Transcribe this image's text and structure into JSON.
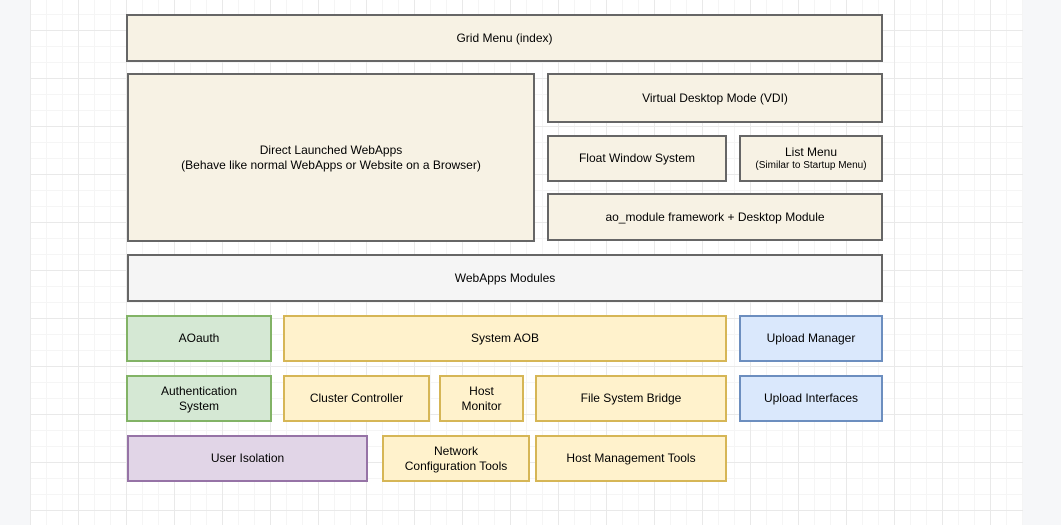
{
  "canvas": {
    "background_outer": "#f6f7f9",
    "background_page": "#ffffff",
    "grid_minor_color": "#f5f5f5",
    "grid_major_color": "#e9e9e9"
  },
  "palette": {
    "beige_fill": "#f7f2e4",
    "beige_border": "#666666",
    "gray_fill": "#f5f5f5",
    "gray_border": "#666666",
    "yellow_fill": "#fff2cc",
    "yellow_border": "#d6b656",
    "green_fill": "#d5e8d4",
    "green_border": "#82b366",
    "blue_fill": "#dae8fc",
    "blue_border": "#6c8ebf",
    "purple_fill": "#e1d5e7",
    "purple_border": "#9673a6"
  },
  "diagram": {
    "boxes": {
      "grid_menu": {
        "label": "Grid Menu (index)"
      },
      "direct_webapps": {
        "lines": [
          "Direct Launched WebApps",
          "(Behave like normal WebApps or Website on a Browser)"
        ]
      },
      "vdi": {
        "label": "Virtual Desktop Mode (VDI)"
      },
      "float_window": {
        "label": "Float Window System"
      },
      "list_menu": {
        "label": "List Menu",
        "sublabel": "(Similar to Startup Menu)"
      },
      "ao_module": {
        "label": "ao_module framework + Desktop Module"
      },
      "webapps_modules": {
        "label": "WebApps Modules"
      },
      "aoauth": {
        "label": "AOauth"
      },
      "system_aob": {
        "label": "System AOB"
      },
      "upload_manager": {
        "label": "Upload Manager"
      },
      "auth_system": {
        "lines": [
          "Authentication",
          "System"
        ]
      },
      "cluster_controller": {
        "label": "Cluster Controller"
      },
      "host_monitor": {
        "lines": [
          "Host",
          "Monitor"
        ]
      },
      "fs_bridge": {
        "label": "File System Bridge"
      },
      "upload_interfaces": {
        "label": "Upload Interfaces"
      },
      "user_isolation": {
        "label": "User Isolation"
      },
      "network_config": {
        "lines": [
          "Network",
          "Configuration Tools"
        ]
      },
      "host_mgmt": {
        "label": "Host Management Tools"
      }
    }
  }
}
